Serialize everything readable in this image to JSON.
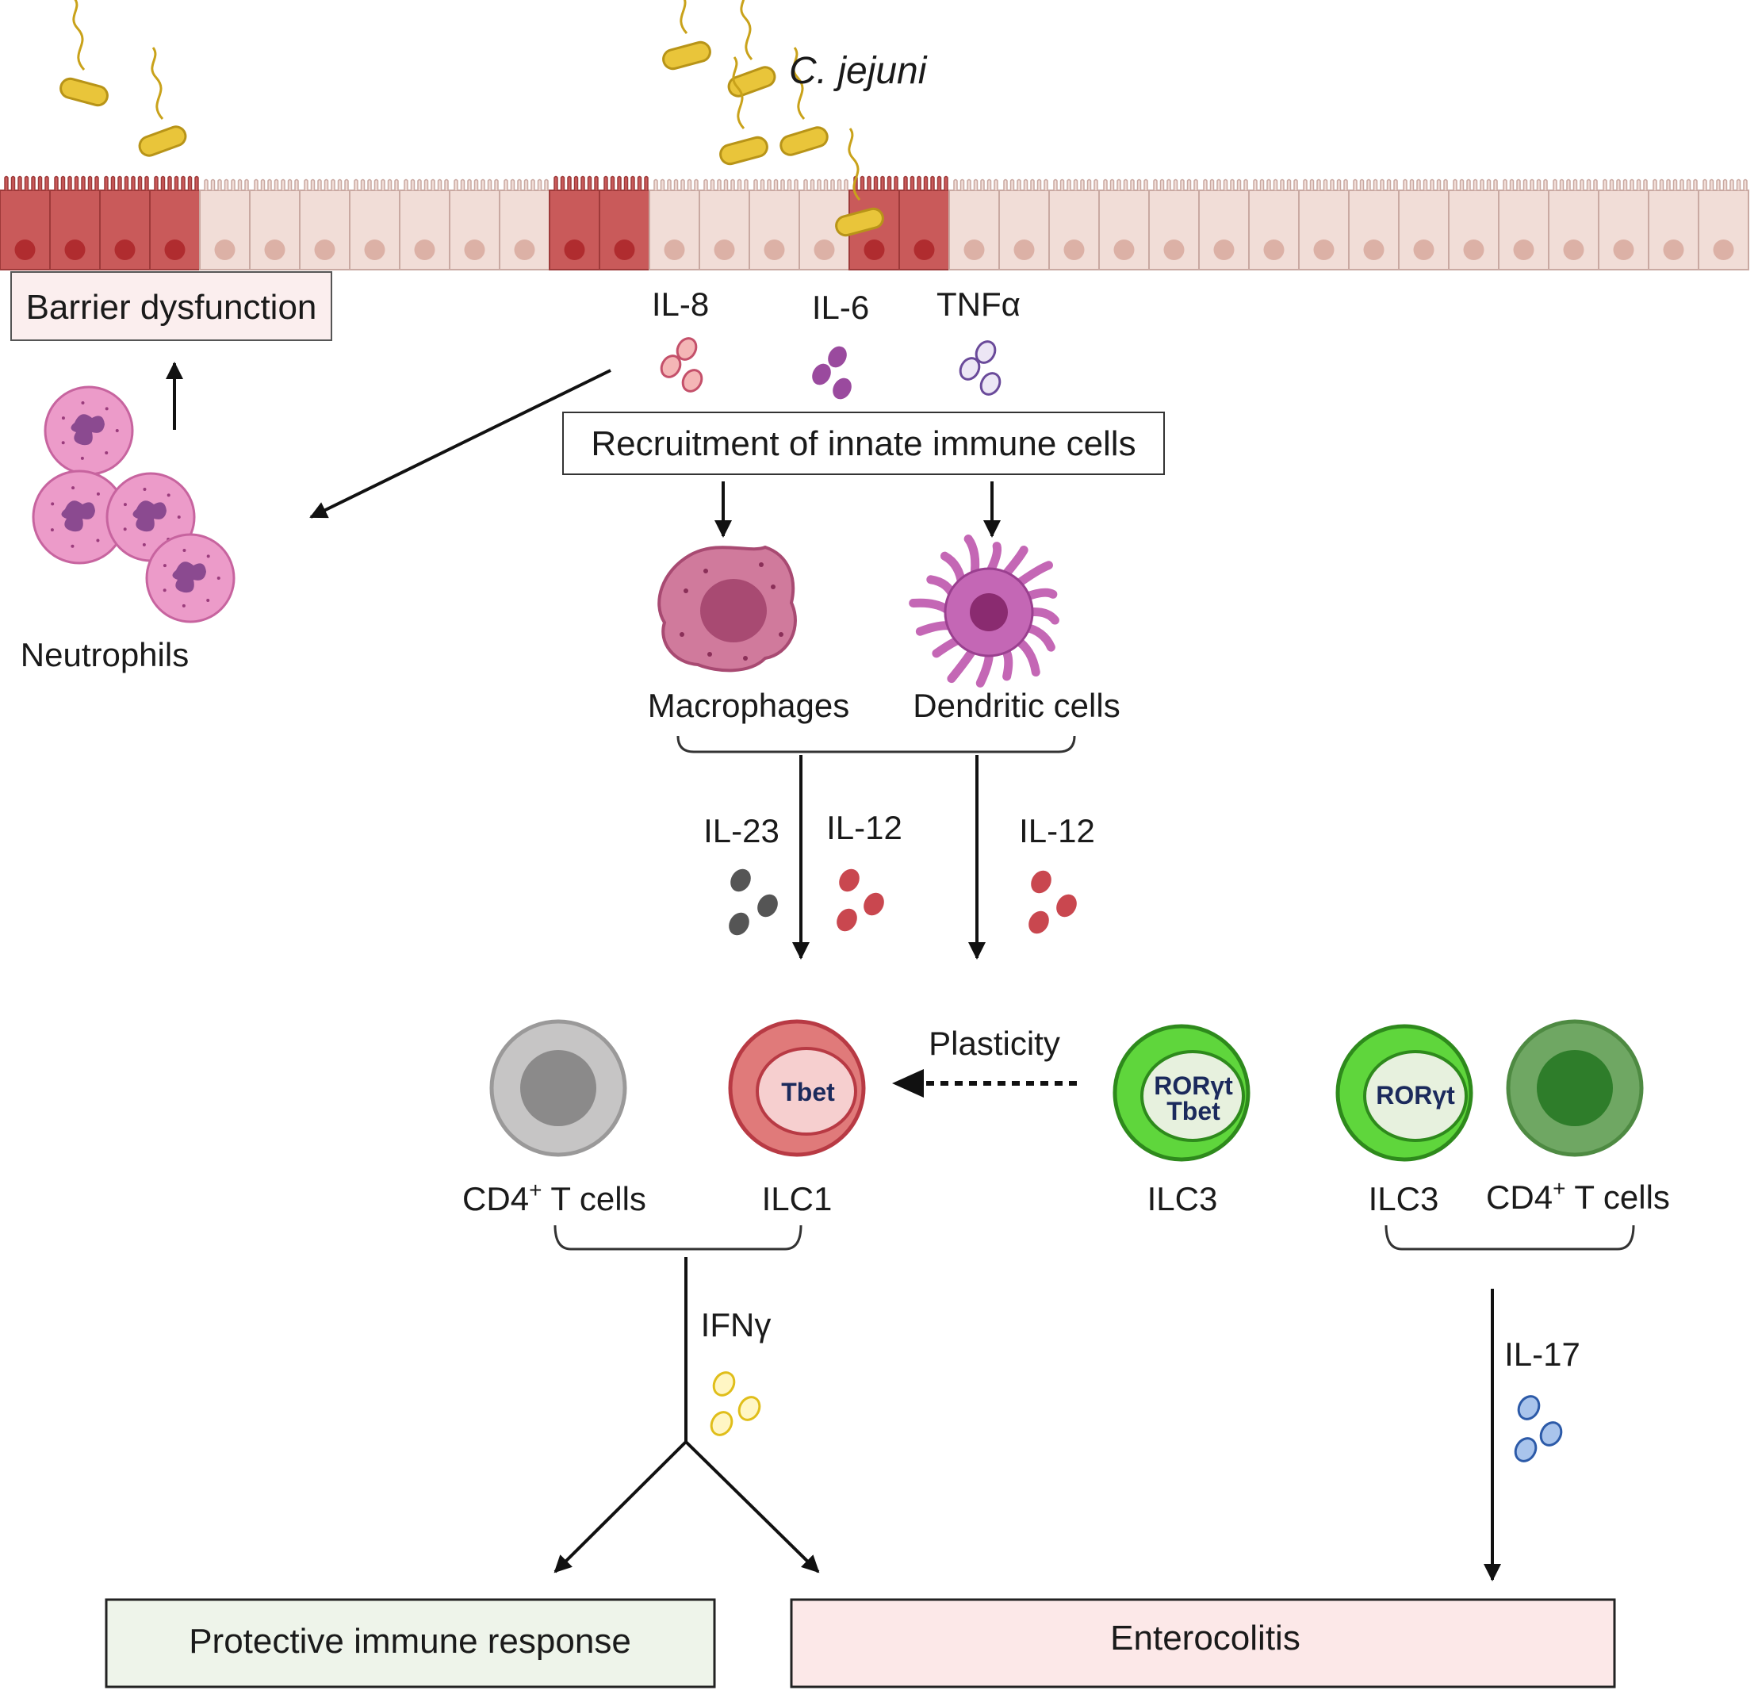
{
  "bacterium": "C. jejuni",
  "epithelium": {
    "barrier_label": "Barrier dysfunction",
    "cytokines": [
      "IL-8",
      "IL-6",
      "TNFα"
    ]
  },
  "recruitment_label": "Recruitment of innate immune cells",
  "neutrophils_label": "Neutrophils",
  "macrophages_label": "Macrophages",
  "dendritic_label": "Dendritic cells",
  "apc_cytokines": {
    "il23": "IL-23",
    "il12_left": "IL-12",
    "il12_right": "IL-12"
  },
  "plasticity_label": "Plasticity",
  "cells": {
    "cd4_left": {
      "main": "CD4",
      "sup": "+",
      "rest": " T cells"
    },
    "ilc1": "ILC1",
    "ilc1_nucleus": "Tbet",
    "ilc3_mid": "ILC3",
    "ilc3_mid_nucleus_1": "RORγt",
    "ilc3_mid_nucleus_2": "Tbet",
    "ilc3_right": "ILC3",
    "ilc3_right_nucleus": "RORγt",
    "cd4_right": {
      "main": "CD4",
      "sup": "+",
      "rest": " T cells"
    }
  },
  "effector_cytokines": {
    "ifng": "IFNγ",
    "il17": "IL-17"
  },
  "outcomes": {
    "protective": "Protective immune response",
    "enterocolitis": "Enterocolitis"
  },
  "colors": {
    "infected_cell": "#c95a5a",
    "healthy_cell": "#f1ddd7",
    "ilc1": "#e07a7a",
    "ilc3": "#5fd63c",
    "cd4_grey": "#c4c3c3",
    "cd4_green": "#6fa763",
    "neutrophil": "#ec9bc9",
    "macrophage": "#c9628a",
    "dendritic": "#c467b5",
    "protective_box": "#eef4ea",
    "enterocolitis_box": "#fce8e8"
  }
}
